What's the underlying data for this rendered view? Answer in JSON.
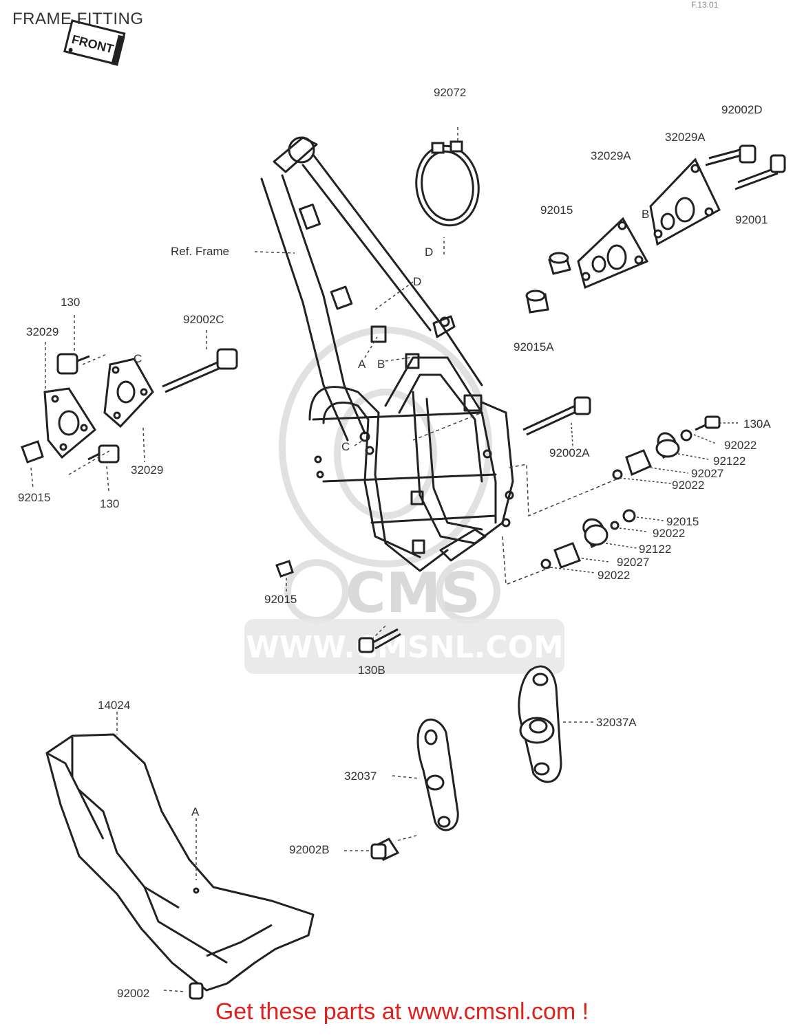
{
  "page": {
    "title": "FRAME FITTING",
    "top_code": "F.13.01",
    "front_badge": "FRONT",
    "footer": "Get these parts at www.cmsnl.com !"
  },
  "watermark": {
    "brand": "CMS",
    "url": "WWW.CMSNL.COM"
  },
  "labels": {
    "p92072": "92072",
    "p92002D": "92002D",
    "p32029A_a": "32029A",
    "p32029A_b": "32029A",
    "p92015_top": "92015",
    "p92001": "92001",
    "refB_top": "B",
    "refD_ring": "D",
    "refD_frame": "D",
    "p92015A": "92015A",
    "ref_frame": "Ref. Frame",
    "p130_top": "130",
    "p32029_top": "32029",
    "p92002C": "92002C",
    "refC_plate": "C",
    "p32029_bot": "32029",
    "p92015_left": "92015",
    "p130_bot": "130",
    "refA_frame": "A",
    "refB_frame": "B",
    "refC_frame": "C",
    "p92002A": "92002A",
    "p130A": "130A",
    "p92022_1": "92022",
    "p92122_1": "92122",
    "p92027_1": "92027",
    "p92022_2": "92022",
    "p92015_mid": "92015",
    "p92022_3": "92022",
    "p92122_2": "92122",
    "p92027_2": "92027",
    "p92022_4": "92022",
    "p92015_frame": "92015",
    "p130B": "130B",
    "p14024": "14024",
    "refA_guard": "A",
    "p32037A": "32037A",
    "p32037": "32037",
    "p92002B": "92002B",
    "p92002": "92002"
  },
  "colors": {
    "line": "#222222",
    "footer": "#e0201c",
    "watermark": "#d6d6d6"
  }
}
